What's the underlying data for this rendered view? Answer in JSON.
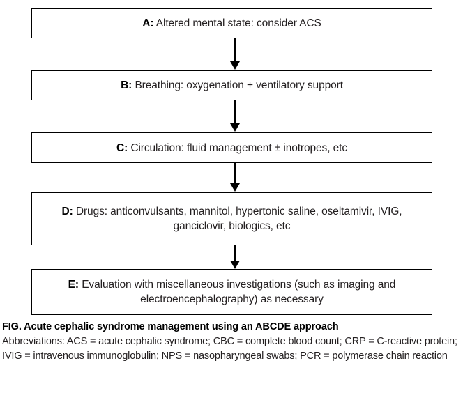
{
  "figure": {
    "nodes": [
      {
        "id": "A",
        "label": "A:",
        "text": "Altered mental state: consider ACS",
        "full": "A: Altered mental state: consider ACS"
      },
      {
        "id": "B",
        "label": "B:",
        "text": "Breathing: oxygenation + ventilatory support",
        "full": "B: Breathing: oxygenation + ventilatory support"
      },
      {
        "id": "C",
        "label": "C:",
        "text": "Circulation: fluid management ± inotropes, etc",
        "full": "C: Circulation: fluid management ± inotropes, etc"
      },
      {
        "id": "D",
        "label": "D:",
        "text": "Drugs: anticonvulsants, mannitol, hypertonic saline, oseltamivir, IVIG, ganciclovir, biologics, etc",
        "full": "D: Drugs: anticonvulsants, mannitol, hypertonic saline, oseltamivir, IVIG, ganciclovir, biologics, etc"
      },
      {
        "id": "E",
        "label": "E:",
        "text": "Evaluation with miscellaneous investigations (such as imaging and electroencephalography) as necessary",
        "full": "E: Evaluation with miscellaneous investigations (such as imaging and electroencephalography) as necessary"
      }
    ],
    "connectors": [
      {
        "from": "A",
        "to": "B",
        "icon": "down-arrow-icon"
      },
      {
        "from": "B",
        "to": "C",
        "icon": "down-arrow-icon"
      },
      {
        "from": "C",
        "to": "D",
        "icon": "down-arrow-icon"
      },
      {
        "from": "D",
        "to": "E",
        "icon": "down-arrow-icon"
      }
    ],
    "caption": "FIG. Acute cephalic syndrome management using an ABCDE approach",
    "abbreviations": "Abbreviations: ACS = acute cephalic syndrome; CBC = complete blood count; CRP = C-reactive protein; IVIG = intravenous immunoglobulin; NPS = nasopharyngeal swabs; PCR = polymerase chain reaction",
    "colors": {
      "border": "#000000",
      "text": "#231f20",
      "background": "#ffffff"
    }
  }
}
